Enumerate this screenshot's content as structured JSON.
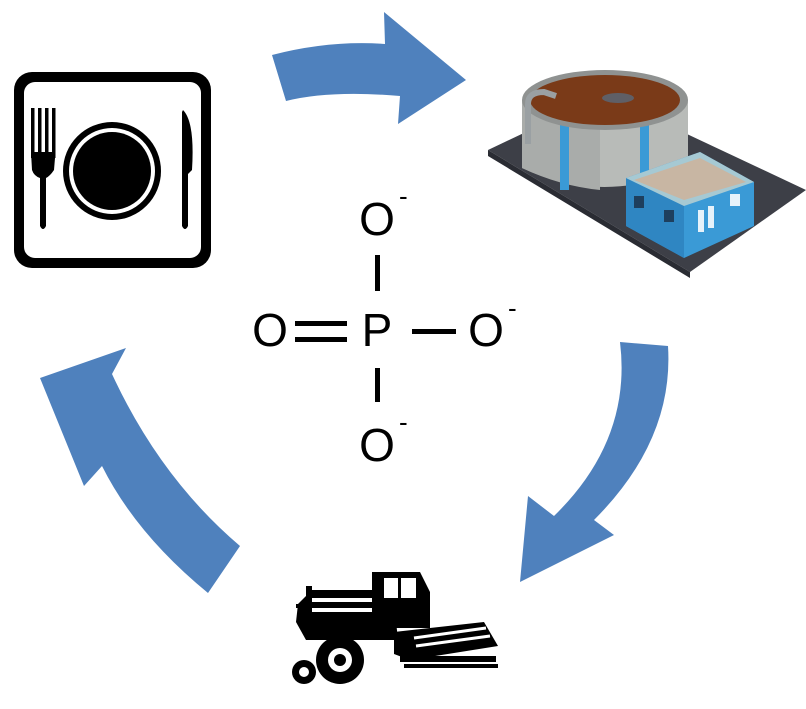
{
  "diagram": {
    "colors": {
      "arrow": "#4f81bd",
      "ink": "#000000",
      "plant_brown": "#7a3a18",
      "plant_wall": "#b8bbb8",
      "building_blue": "#3a9ad6"
    },
    "formula": {
      "center_atom": "P",
      "top_atom": "O",
      "left_atom": "O",
      "right_atom": "O",
      "bottom_atom": "O",
      "charge": "-"
    },
    "icons": {
      "food": "plate-fork-knife-icon",
      "treatment": "wastewater-treatment-plant-icon",
      "farming": "combine-harvester-icon"
    }
  }
}
